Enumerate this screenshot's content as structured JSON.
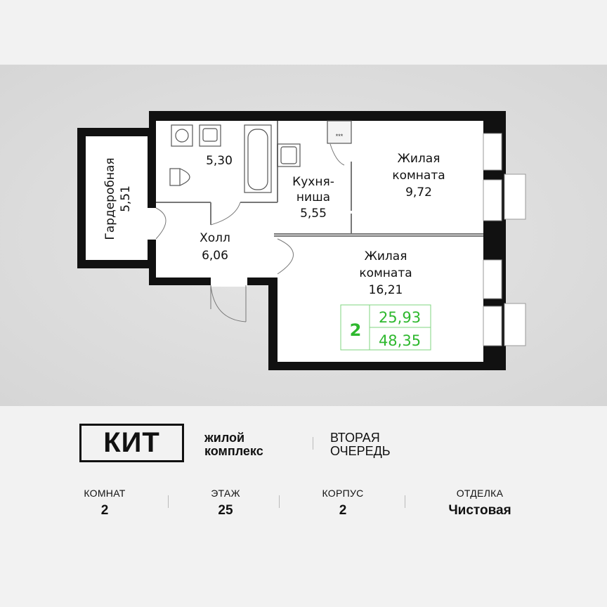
{
  "plan": {
    "rooms": [
      {
        "name": "Гардеробная",
        "area": "5,51"
      },
      {
        "name": "",
        "area": "5,30"
      },
      {
        "name": "Кухня-",
        "name2": "ниша",
        "area": "5,55"
      },
      {
        "name": "Жилая",
        "name2": "комната",
        "area": "9,72"
      },
      {
        "name": "Холл",
        "area": "6,06"
      },
      {
        "name": "Жилая",
        "name2": "комната",
        "area": "16,21"
      }
    ],
    "badge": {
      "rooms": "2",
      "living_area": "25,93",
      "total_area": "48,35",
      "color": "#2eb82e"
    }
  },
  "brand": {
    "logo": "КИТ",
    "tagline_1": "жилой",
    "tagline_2": "комплекс",
    "phase_1": "ВТОРАЯ",
    "phase_2": "ОЧЕРЕДЬ"
  },
  "stats": [
    {
      "label": "КОМНАТ",
      "value": "2"
    },
    {
      "label": "ЭТАЖ",
      "value": "25"
    },
    {
      "label": "КОРПУС",
      "value": "2"
    },
    {
      "label": "ОТДЕЛКА",
      "value": "Чистовая"
    }
  ]
}
